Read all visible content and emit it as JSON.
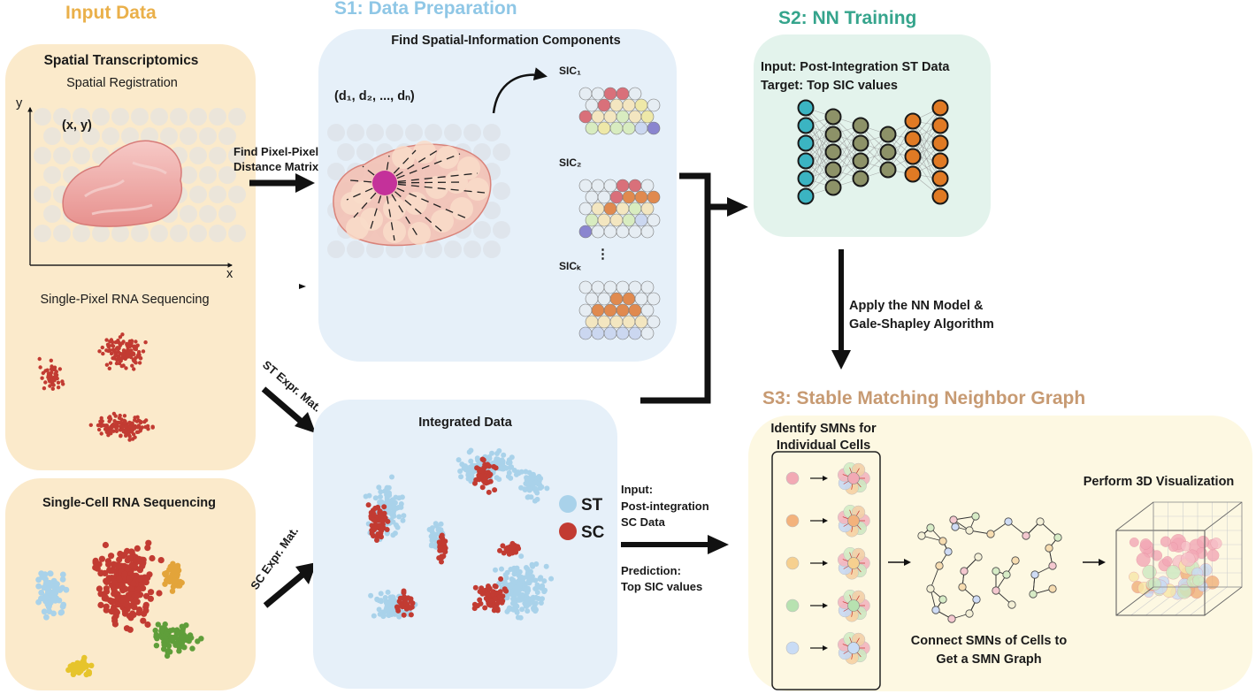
{
  "headers": {
    "input": "Input Data",
    "s1": "S1: Data Preparation",
    "s2": "S2: NN Training",
    "s3": "S3: Stable Matching Neighbor Graph"
  },
  "input_panel": {
    "st_title": "Spatial Transcriptomics",
    "st_subtitle": "Spatial Registration",
    "axis_y": "y",
    "axis_x": "x",
    "coord": "(x, y)",
    "sp_title": "Single-Pixel RNA Sequencing",
    "sc_title": "Single-Cell RNA Sequencing"
  },
  "arrows": {
    "distance_l1": "Find Pixel-Pixel",
    "distance_l2": "Distance Matrix",
    "st_expr": "ST Expr. Mat.",
    "sc_expr": "SC Expr. Mat.",
    "apply_l1": "Apply the NN Model &",
    "apply_l2": "Gale-Shapley Algorithm",
    "pred_input_l1": "Input:",
    "pred_input_l2": "Post-integration",
    "pred_input_l3": "SC Data",
    "pred_pred_l1": "Prediction:",
    "pred_pred_l2": "Top SIC values"
  },
  "s1_panel": {
    "title": "Find Spatial-Information Components",
    "vector": "(d₁, d₂, ..., dₙ)",
    "sic1": "SIC₁",
    "sic2": "SIC₂",
    "sick": "SICₖ",
    "ellipsis": "⋮"
  },
  "integrated_panel": {
    "title": "Integrated Data",
    "legend": [
      {
        "label": "ST",
        "color": "#a9d2ea"
      },
      {
        "label": "SC",
        "color": "#c23b32"
      }
    ]
  },
  "s2_panel": {
    "input_line": "Input: Post-Integration ST Data",
    "target_line": "Target: Top SIC values"
  },
  "s3_panel": {
    "identify_l1": "Identify SMNs for",
    "identify_l2": "Individual Cells",
    "connect_l1": "Connect SMNs of Cells to",
    "connect_l2": "Get a SMN Graph",
    "visualize": "Perform 3D Visualization"
  },
  "colors": {
    "input_header": "#eab04a",
    "s1_header": "#8fc7e6",
    "s2_header": "#35a48c",
    "s3_header": "#c79a72",
    "input_bg": "#fbeacb",
    "s1_bg": "#e6f0f9",
    "s2_bg": "#e3f3ec",
    "s3_bg": "#fdf8e2",
    "sc_red": "#c23b32",
    "st_blue": "#a9d2ea",
    "orange": "#e3a43a",
    "green": "#5f9e3a",
    "yellow": "#e6c42c",
    "teal_node": "#3bb4c2",
    "olive_node": "#8d9268",
    "orange_node": "#e07a24",
    "magenta": "#c4319a"
  }
}
